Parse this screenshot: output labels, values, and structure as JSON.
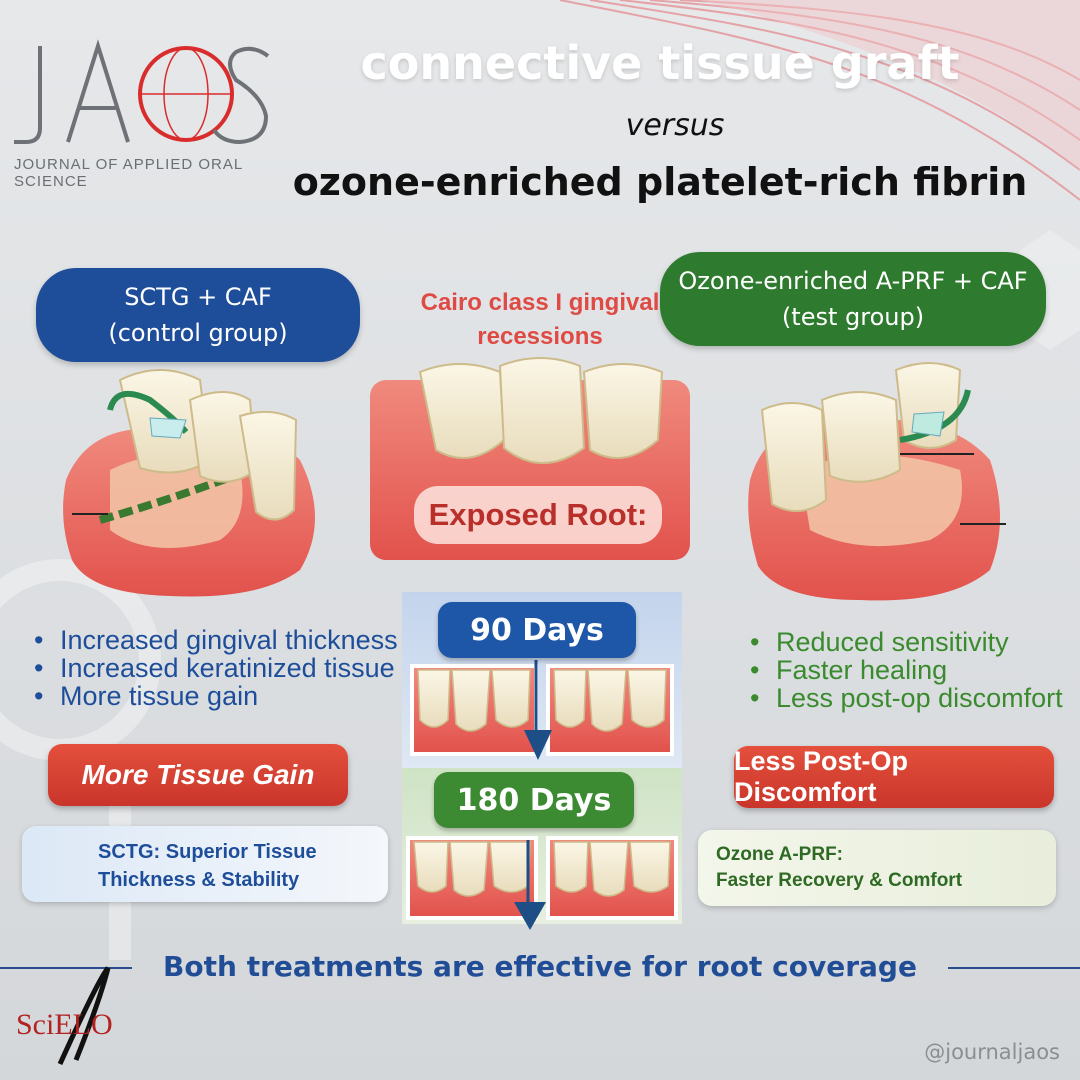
{
  "logo": {
    "name": "JAOS",
    "subtitle": "JOURNAL OF APPLIED ORAL SCIENCE"
  },
  "title": {
    "line1": "connective tissue graft",
    "versus": "versus",
    "line2": "ozone-enriched platelet-rich fibrin"
  },
  "control_group": {
    "line1": "SCTG + CAF",
    "line2": "(control group)"
  },
  "test_group": {
    "line1": "Ozone-enriched A-PRF + CAF",
    "line2": "(test group)"
  },
  "center": {
    "line1": "Cairo class I gingival",
    "line2": "recessions",
    "exposed_label": "Exposed Root:"
  },
  "left_bullets": [
    "Increased gingival thickness",
    "Increased keratinized tissue",
    "More tissue gain"
  ],
  "right_bullets": [
    "Reduced sensitivity",
    "Faster healing",
    "Less post-op discomfort"
  ],
  "left_callout": "More Tissue Gain",
  "right_callout": "Less Post-Op Discomfort",
  "timeline": {
    "day90": "90 Days",
    "day180": "180 Days"
  },
  "left_info": {
    "line1": "SCTG: Superior Tissue",
    "line2": "Thickness & Stability"
  },
  "right_info": {
    "line1": "Ozone A-PRF:",
    "line2": "Faster Recovery & Comfort"
  },
  "footer": "Both treatments are effective for root coverage",
  "brand": {
    "scielo": "SciELO",
    "handle": "@journaljaos"
  },
  "colors": {
    "blue": "#1e4e9a",
    "green": "#2e7a2e",
    "red": "#d94136",
    "gum": "#e8645c",
    "tooth": "#f3ead2"
  },
  "icons": [
    "tooth-icon",
    "smiley-icon",
    "down-arrow-icon",
    "suture-icon"
  ]
}
